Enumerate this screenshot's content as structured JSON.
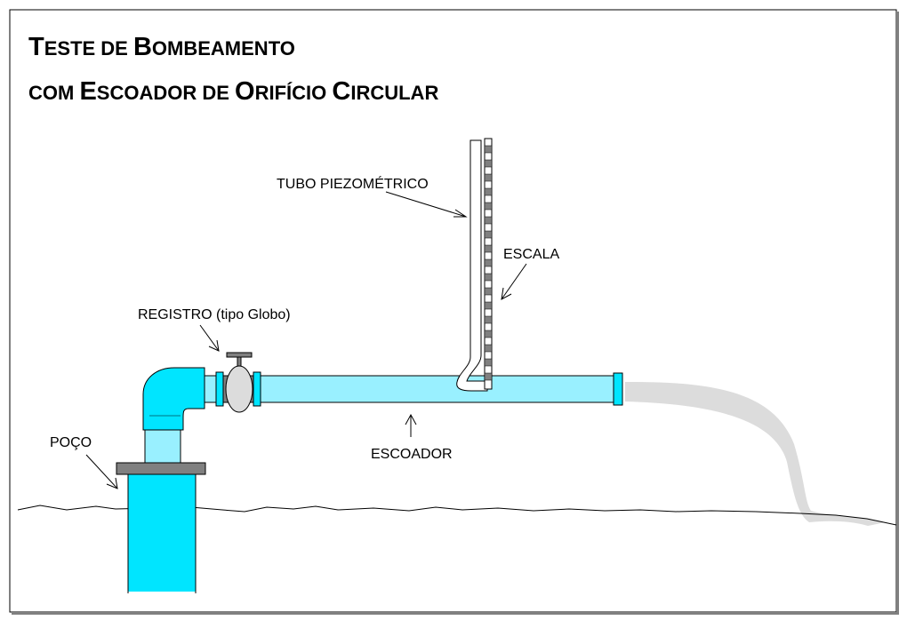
{
  "title": {
    "line1": {
      "big1": "T",
      "small1": "ESTE DE ",
      "big2": "B",
      "small2": "OMBEAMENTO"
    },
    "line2": {
      "small1": "COM ",
      "big1": "E",
      "small2": "SCOADOR DE ",
      "big2": "O",
      "small3": "RIFÍCIO ",
      "big3": "C",
      "small4": "IRCULAR"
    }
  },
  "labels": {
    "tubo": "TUBO PIEZOMÉTRICO",
    "escala": "ESCALA",
    "registro": "REGISTRO (tipo Globo)",
    "poco": "POÇO",
    "escoador": "ESCOADOR"
  },
  "colors": {
    "water": "#00e5ff",
    "water_light": "#99f0ff",
    "flange": "#808080",
    "jet": "#dcdcdc"
  }
}
